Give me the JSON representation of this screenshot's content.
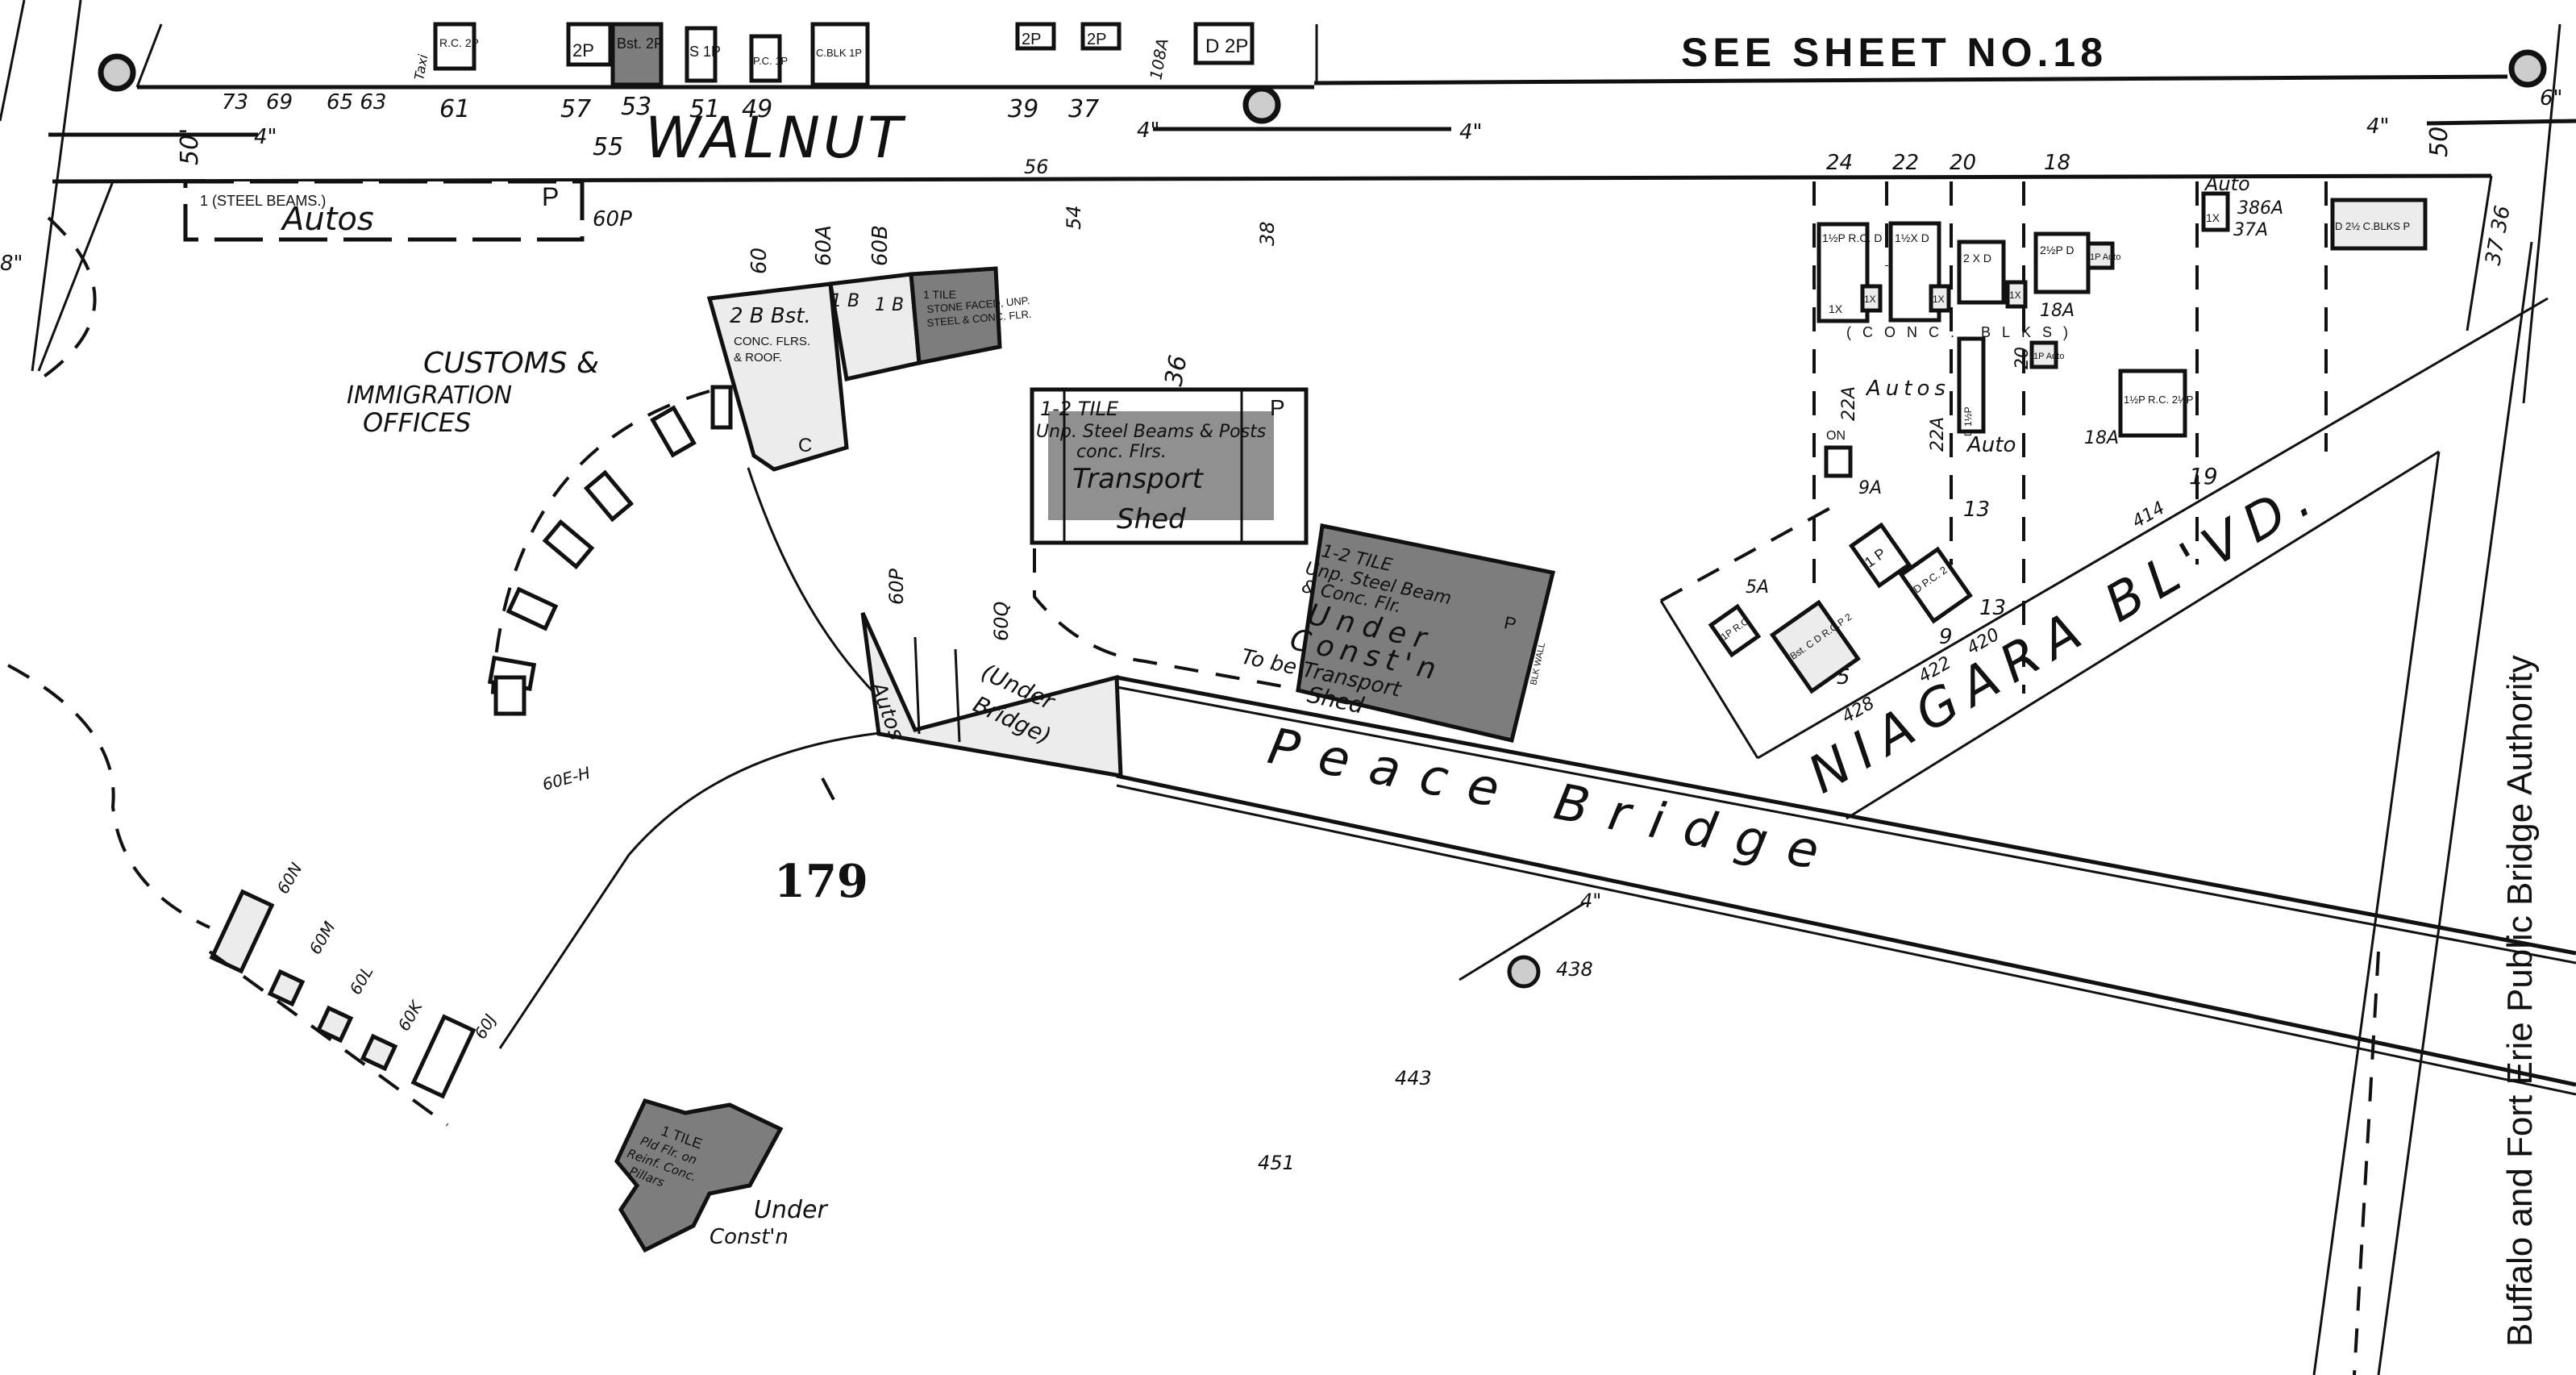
{
  "map": {
    "sheet_reference": "SEE SHEET NO.18",
    "block_number": "179",
    "credit": "Buffalo and Fort Erie Public Bridge Authority",
    "streets": {
      "walnut": "WALNUT",
      "peace_bridge": "Peace Bridge",
      "niagara_blvd": "NIAGARA BL'VD."
    },
    "walnut_house_numbers": [
      "73",
      "69",
      "65 63",
      "61",
      "57",
      "53",
      "55",
      "51",
      "49",
      "39",
      "37"
    ],
    "top_building_labels": [
      "R.C. 2P",
      "2P",
      "Bst. 2P",
      "S 1P",
      "P.C. 1P",
      "C.BLK 1P",
      "2P",
      "2P",
      "D 2P",
      "108A",
      "Taxi"
    ],
    "water_mains": [
      "4\"",
      "4\"",
      "4\"",
      "4\"",
      "6\"",
      "8\"",
      "4\""
    ],
    "street_widths": [
      "50'",
      "50'",
      "56",
      "54",
      "36",
      "38",
      "37 36"
    ],
    "niagara_house_numbers": [
      "24",
      "22",
      "20",
      "18",
      "19",
      "13",
      "13",
      "9",
      "5",
      "20",
      "22A",
      "22A",
      "18A",
      "18A",
      "9A",
      "5A",
      "37A",
      "386A",
      "428",
      "422",
      "420",
      "414"
    ],
    "customs": {
      "label_lines": [
        "CUSTOMS &",
        "IMMIGRATION",
        "OFFICES"
      ],
      "main": [
        "2 B Bst.",
        "CONC. FLRS.",
        "& ROOF.",
        "C"
      ],
      "wing1": "1 B",
      "wing2": "1 B",
      "wing3_lines": [
        "1 TILE",
        "STONE FACED, UNP.",
        "STEEL & CONC. FLR."
      ],
      "heights": [
        "60",
        "60A",
        "60B"
      ]
    },
    "autos_building": {
      "lines": [
        "1 (STEEL BEAMS.)",
        "Autos"
      ],
      "p": "P",
      "lot": "60P"
    },
    "transport_shed": {
      "lines": [
        "1-2 TILE",
        "Unp. Steel Beams & Posts",
        "conc. Flrs.",
        "Transport",
        "Shed"
      ],
      "p": "P"
    },
    "transport_shed_new": {
      "lines": [
        "1-2 TILE",
        "Unp. Steel Beam",
        "& Conc. Flr.",
        "Under",
        "Const'n",
        "To be Transport",
        "Shed"
      ],
      "p": "P",
      "side": "BLK WALL"
    },
    "under_bridge": {
      "autos": "Autos",
      "under": "(Under",
      "bridge": "Bridge)",
      "lots": [
        "60P",
        "60Q"
      ]
    },
    "pillar_building": {
      "lines": [
        "1 TILE",
        "Pld Flr. on",
        "Reinf. Conc.",
        "Pillars"
      ],
      "under": "Under",
      "const": "Const'n"
    },
    "bottom_lots": [
      "60N",
      "60M",
      "60L",
      "60K",
      "60J",
      "60E-H"
    ],
    "elevations": [
      "443",
      "451",
      "438"
    ],
    "residential": {
      "conc_blks": "(CONC. BLKS)",
      "autos": "Autos",
      "auto": "Auto",
      "labels": [
        "1½P R.C. D",
        "1½X D",
        "2 X D",
        "2½P D",
        "1X",
        "1P Auto",
        "1P Auto",
        "1X",
        "1X",
        "1X",
        "D 1½P",
        "1½P R.C. 2½P",
        "1X",
        "D 2½ C.BLKS P",
        "1 P",
        "D P.C. 2 P",
        "1P R.C",
        "Bst. C D R.C.P 2",
        "Auto",
        "ON"
      ]
    }
  }
}
